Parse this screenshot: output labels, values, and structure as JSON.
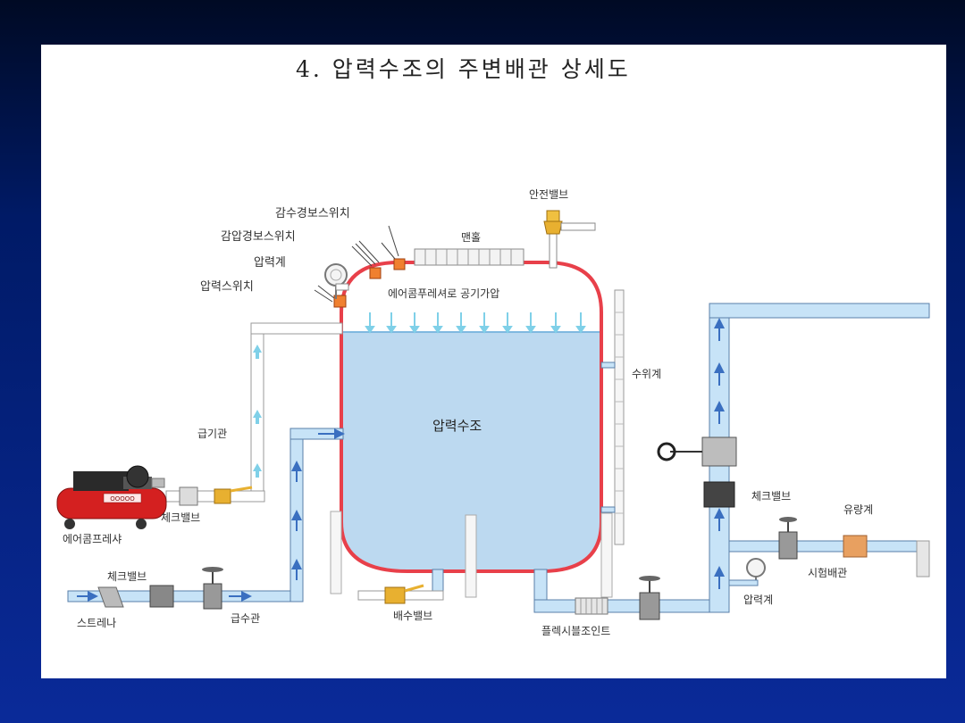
{
  "title": "4.  압력수조의 주변배관 상세도",
  "labels": {
    "low_water_alarm_switch": "감수경보스위치",
    "low_pressure_alarm_switch": "감압경보스위치",
    "pressure_gauge_top": "압력계",
    "pressure_switch": "압력스위치",
    "manhole": "맨홀",
    "safety_valve": "안전밸브",
    "air_compressor_pressurize": "에어콤푸레셔로 공기가압",
    "water_level_gauge": "수위계",
    "pressure_tank": "압력수조",
    "air_supply_pipe": "급기관",
    "check_valve_compressor": "체크밸브",
    "air_compressor": "에어콤프레샤",
    "check_valve_inlet": "체크밸브",
    "strainer": "스트레나",
    "water_supply_pipe": "급수관",
    "drain_valve": "배수밸브",
    "flexible_joint": "플렉시블조인트",
    "check_valve_right": "체크밸브",
    "flow_meter": "유량계",
    "test_pipe": "시험배관",
    "pressure_gauge_right": "압력계",
    "compressor_brand": "OOOOO"
  },
  "colors": {
    "tank_wall": "#e8404a",
    "water": "#bcd9f0",
    "pipe_fill": "#c7e3f7",
    "pipe_stroke": "#5a7fa8",
    "arrow": "#3a6fc0",
    "light_arrow": "#7fd0e8",
    "alarm_switch": "#f08030",
    "compressor": "#d42020",
    "valve_brass": "#e8b030"
  }
}
